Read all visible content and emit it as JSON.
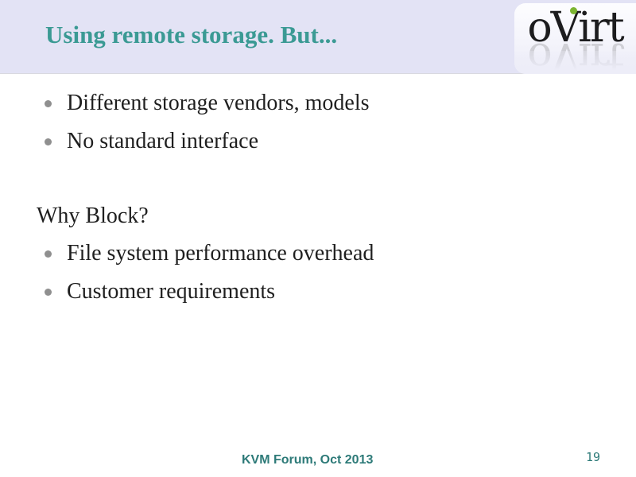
{
  "slide": {
    "header": {
      "title": "Using remote storage. But...",
      "logo_text": "oVirt"
    },
    "content": {
      "bullets_top": [
        "Different storage vendors, models",
        "No standard interface"
      ],
      "subheading": "Why Block?",
      "bullets_bottom": [
        "File system performance overhead",
        "Customer requirements"
      ]
    },
    "footer": {
      "event": "KVM Forum, Oct 2013",
      "page_number": "19"
    }
  },
  "colors": {
    "header_background": "#e3e3f5",
    "header_rule": "#d9d9e0",
    "title_teal": "#3b9a94",
    "body_text": "#1f1f1f",
    "bullet_gray": "#8f8f8f",
    "footer_teal": "#2d7a78",
    "logo_text_color": "#1c1c1e",
    "logo_green": "#7cb531",
    "body_background": "#ffffff"
  }
}
